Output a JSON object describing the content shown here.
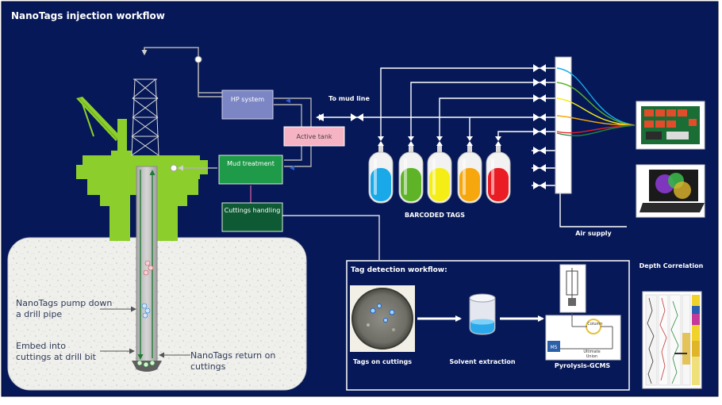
{
  "title": "NanoTags injection workflow",
  "rig": {
    "hp_system": "HP system",
    "active_tank": "Active tank",
    "mud_treatment": "Mud treatment",
    "cuttings_handling": "Cuttings handling",
    "to_mud_line": "To mud line"
  },
  "tags": {
    "label": "BARCODED TAGS",
    "bottles": [
      {
        "color": "#1aa9e8"
      },
      {
        "color": "#5eb326"
      },
      {
        "color": "#f4ee16"
      },
      {
        "color": "#f7a70e"
      },
      {
        "color": "#ea1c24"
      }
    ]
  },
  "air_supply": "Air supply",
  "depth_correlation": "Depth Correlation",
  "wellbore": {
    "pump_down": "NanoTags pump down a drill pipe",
    "embed": "Embed into cuttings at drill bit",
    "return": "NanoTags return on cuttings"
  },
  "detection": {
    "title": "Tag detection workflow:",
    "step1": "Tags on cuttings",
    "step2": "Solvent extraction",
    "step3": "Pyrolysis-GCMS",
    "ms": "MS",
    "column": "Column",
    "ultimate_1": "Ultimate",
    "ultimate_2": "Union"
  },
  "colors": {
    "background": "#061857",
    "rig_green": "#8ccf2c",
    "hp_box": "#7c86c4",
    "tank_box": "#f6b3c4",
    "mud_box": "#1f9a48",
    "cuttings_box": "#0e5a34",
    "pipe": "#c9c9c9"
  }
}
